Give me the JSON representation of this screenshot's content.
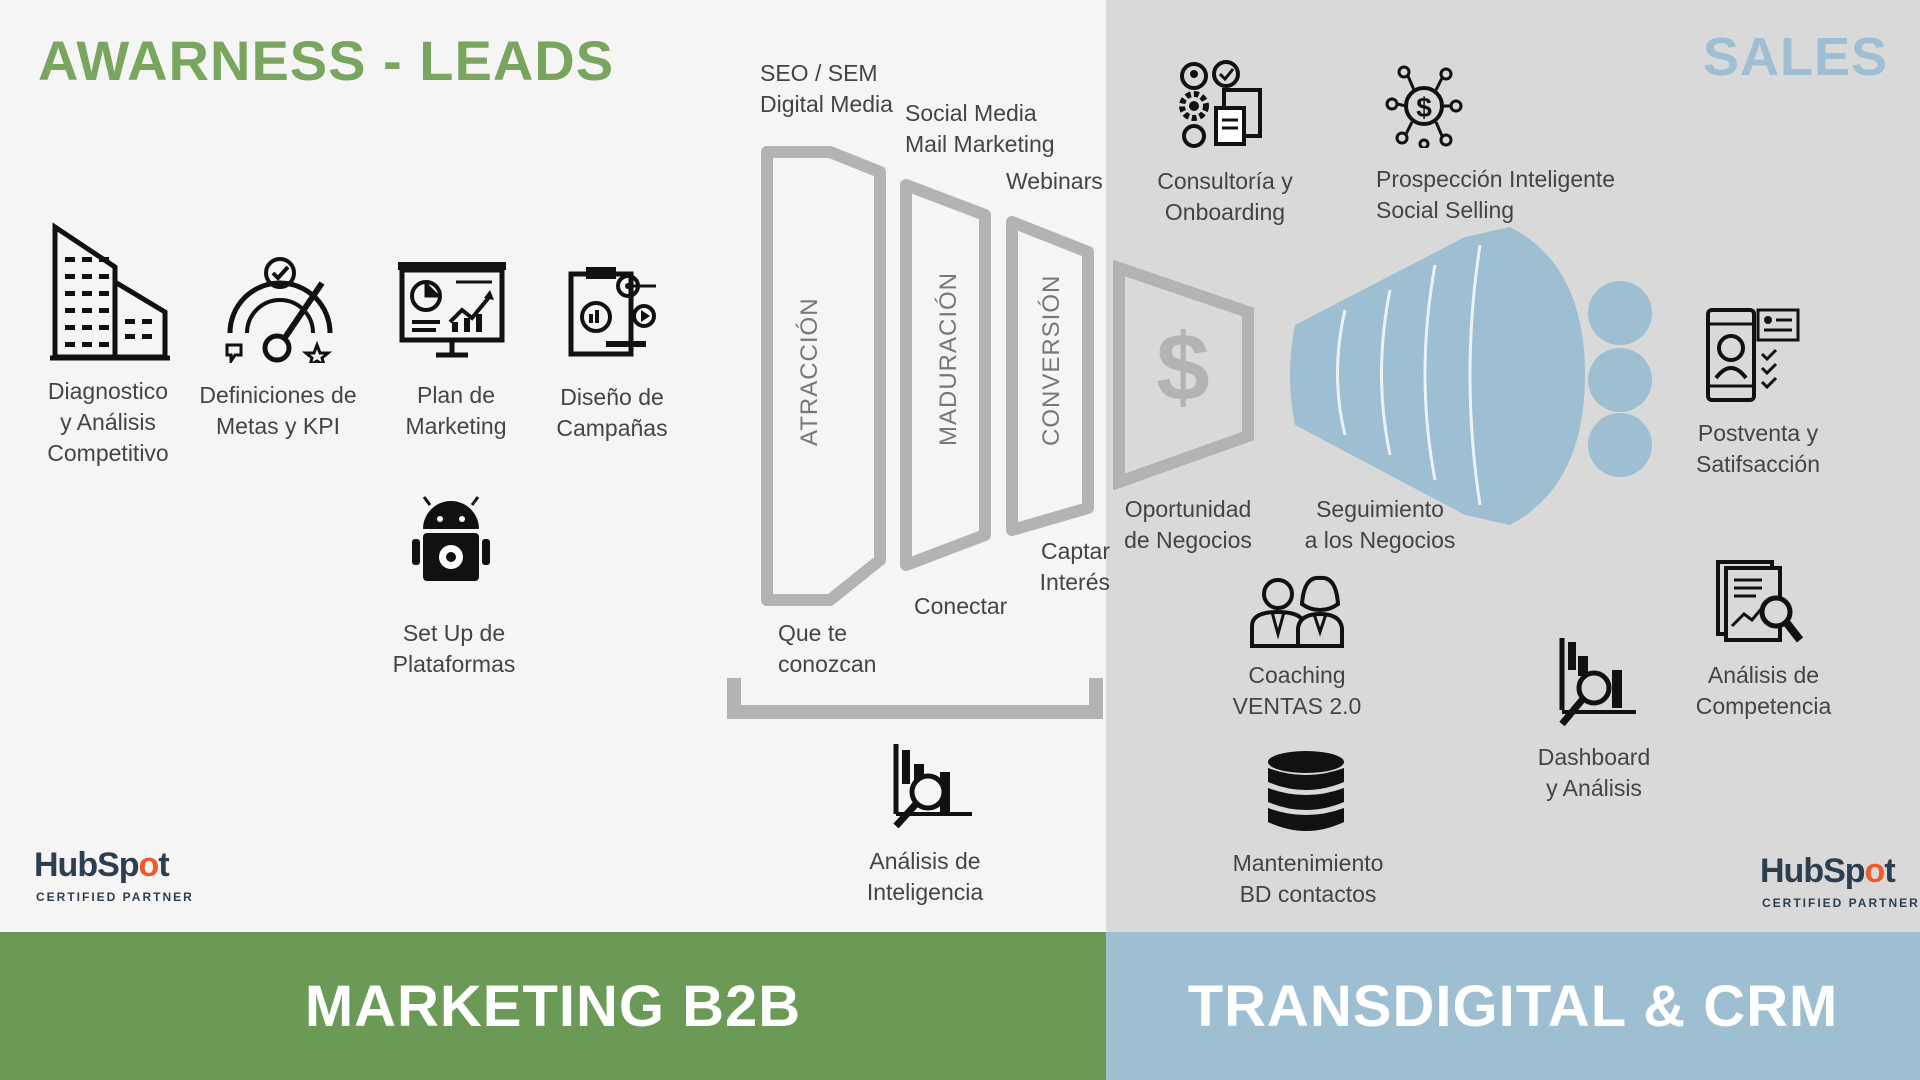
{
  "header": {
    "left_title": "AWARNESS - LEADS",
    "right_title": "SALES"
  },
  "footer": {
    "left": "MARKETING B2B",
    "right": "TRANSDIGITAL & CRM"
  },
  "marketing_items": [
    {
      "line1": "Diagnostico",
      "line2": "y Análisis",
      "line3": "Competitivo",
      "icon": "building-icon"
    },
    {
      "line1": "Definiciones de",
      "line2": "Metas y KPI",
      "icon": "gauge-target-icon"
    },
    {
      "line1": "Plan de",
      "line2": "Marketing",
      "icon": "presentation-board-icon"
    },
    {
      "line1": "Diseño de",
      "line2": "Campañas",
      "icon": "campaign-clipboard-icon"
    },
    {
      "line1": "Set Up de",
      "line2": "Plataformas",
      "icon": "android-gear-icon"
    }
  ],
  "funnel": {
    "channels": {
      "seo_1": "SEO / SEM",
      "seo_2": "Digital Media",
      "social_1": "Social Media",
      "social_2": "Mail Marketing",
      "webinars": "Webinars"
    },
    "stages": [
      "ATRACCIÓN",
      "MADURACIÓN",
      "CONVERSIÓN"
    ],
    "bottom": {
      "que_1": "Que te",
      "que_2": "conozcan",
      "conectar": "Conectar",
      "captar_1": "Captar",
      "captar_2": "Interés"
    },
    "analysis_1": "Análisis de",
    "analysis_2": "Inteligencia"
  },
  "sales_items": {
    "consultoria_1": "Consultoría y",
    "consultoria_2": "Onboarding",
    "prospeccion_1": "Prospección Inteligente",
    "prospeccion_2": "Social Selling",
    "oportunidad_1": "Oportunidad",
    "oportunidad_2": "de Negocios",
    "seguimiento_1": "Seguimiento",
    "seguimiento_2": "a los Negocios",
    "postventa_1": "Postventa y",
    "postventa_2": "Satifsacción",
    "coaching_1": "Coaching",
    "coaching_2": "VENTAS 2.0",
    "dashboard_1": "Dashboard",
    "dashboard_2": "y Análisis",
    "competencia_1": "Análisis de",
    "competencia_2": "Competencia",
    "mantenimiento_1": "Mantenimiento",
    "mantenimiento_2": "BD contactos"
  },
  "badge": {
    "brand_a": "HubSp",
    "brand_o": "o",
    "brand_b": "t",
    "sub": "CERTIFIED PARTNER"
  },
  "colors": {
    "green": "#6a9a55",
    "green_title": "#79a55f",
    "blue": "#9dbfd1",
    "gray_funnel": "#b3b3b3",
    "hubspot_orange": "#f05a28"
  }
}
